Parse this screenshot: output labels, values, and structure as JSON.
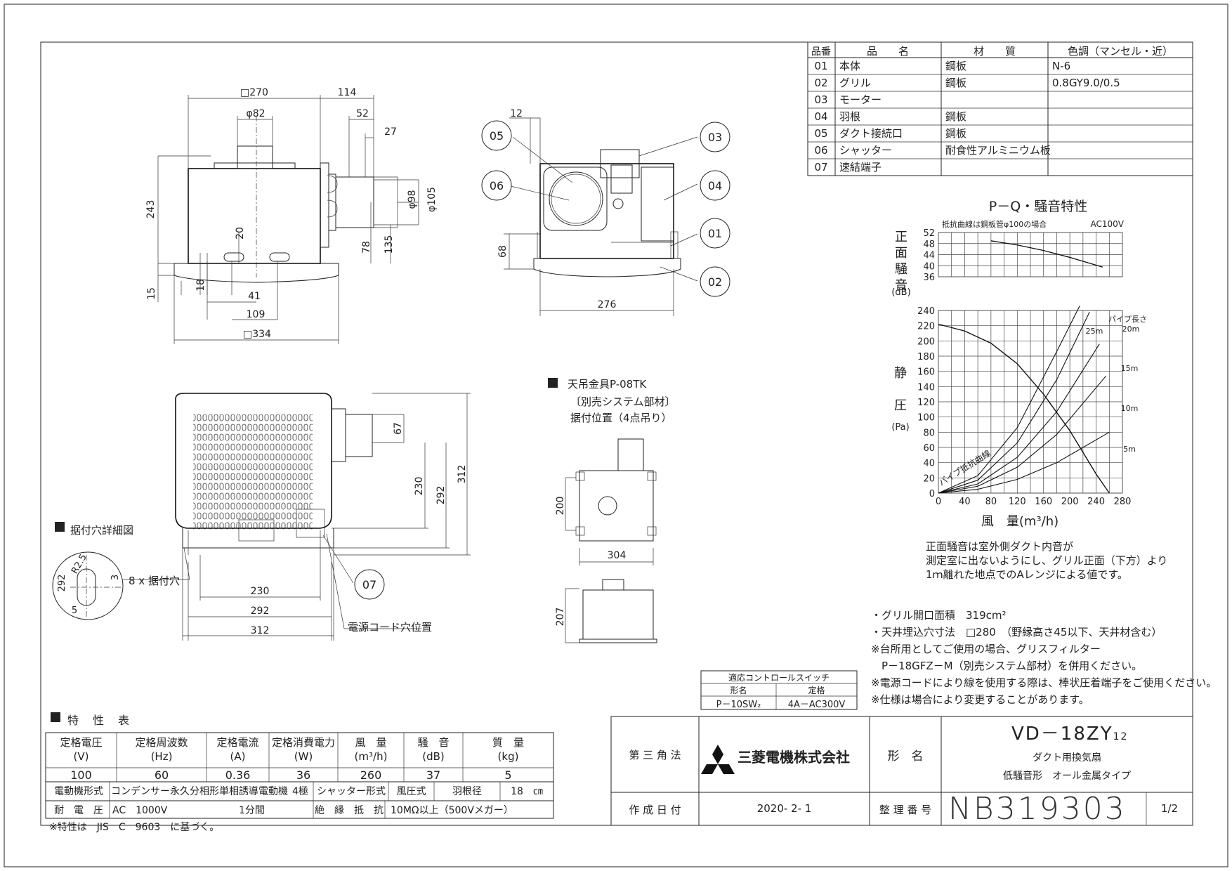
{
  "parts_table": {
    "headers": [
      "品番",
      "品　　名",
      "材　　質",
      "色調（マンセル・近）"
    ],
    "rows": [
      [
        "01",
        "本体",
        "鋼板",
        "N-6"
      ],
      [
        "02",
        "グリル",
        "鋼板",
        "0.8GY9.0/0.5"
      ],
      [
        "03",
        "モーター",
        "",
        ""
      ],
      [
        "04",
        "羽根",
        "鋼板",
        ""
      ],
      [
        "05",
        "ダクト接続口",
        "鋼板",
        ""
      ],
      [
        "06",
        "シャッター",
        "耐食性アルミニウム板",
        ""
      ],
      [
        "07",
        "速結端子",
        "",
        ""
      ]
    ]
  },
  "dims": {
    "top_view": [
      "□270",
      "114",
      "φ82",
      "52",
      "27",
      "243",
      "φ98",
      "φ105",
      "20",
      "78",
      "135",
      "15",
      "18",
      "41",
      "109",
      "□334"
    ],
    "side_view": [
      "12",
      "68",
      "276"
    ],
    "bottom_view": [
      "67",
      "230",
      "292",
      "312",
      "230",
      "292",
      "312"
    ]
  },
  "callouts": [
    "01",
    "02",
    "03",
    "04",
    "05",
    "06",
    "07"
  ],
  "labels": {
    "mount_detail": "据付穴詳細図",
    "mount_hole": "8 x 据付穴",
    "power_cord": "電源コード穴位置",
    "detail_dims": [
      "292",
      "R2.5",
      "3",
      "5"
    ],
    "hanger_title": "天吊金具P-08TK",
    "hanger_sub1": "〔別売システム部材〕",
    "hanger_sub2": "据付位置（4点吊り）",
    "hanger_dims": [
      "200",
      "304",
      "207"
    ]
  },
  "chart_data": {
    "type": "line",
    "title": "P－Q・騒音特性",
    "note_top": "抵抗曲線は鋼板管φ100の場合",
    "voltage": "AC100V",
    "noise_axis": {
      "label_chars": [
        "正",
        "面",
        "騒",
        "音"
      ],
      "unit": "(dB)",
      "ticks": [
        36,
        40,
        44,
        48,
        52
      ],
      "ylim": [
        36,
        52
      ]
    },
    "pressure_axis": {
      "label_chars": [
        "静",
        "圧"
      ],
      "unit": "(Pa)",
      "ticks": [
        0,
        20,
        40,
        60,
        80,
        100,
        120,
        140,
        160,
        180,
        200,
        220,
        240
      ],
      "ylim": [
        0,
        240
      ]
    },
    "xaxis": {
      "label": "風　量(m³/h)",
      "ticks": [
        0,
        40,
        80,
        120,
        160,
        200,
        240,
        280
      ],
      "xlim": [
        0,
        280
      ]
    },
    "series": [
      {
        "role": "noise",
        "x": [
          80,
          120,
          160,
          200,
          250
        ],
        "y": [
          49,
          47.5,
          45.5,
          43,
          39.5
        ]
      },
      {
        "role": "static_pressure",
        "x": [
          0,
          40,
          80,
          120,
          160,
          200,
          240,
          260
        ],
        "y": [
          222,
          213,
          197,
          170,
          130,
          82,
          25,
          0
        ]
      }
    ],
    "resistance_curves": [
      {
        "name": "25m",
        "x": [
          0,
          60,
          120,
          180,
          215
        ],
        "y": [
          0,
          23,
          86,
          186,
          246
        ]
      },
      {
        "name": "20m",
        "x": [
          0,
          60,
          120,
          180,
          230
        ],
        "y": [
          0,
          17,
          66,
          149,
          238
        ]
      },
      {
        "name": "15m",
        "x": [
          0,
          60,
          120,
          180,
          245
        ],
        "y": [
          0,
          12,
          47,
          107,
          196
        ]
      },
      {
        "name": "10m",
        "x": [
          0,
          60,
          120,
          180,
          255
        ],
        "y": [
          0,
          9,
          34,
          77,
          154
        ]
      },
      {
        "name": "5m",
        "x": [
          0,
          60,
          120,
          180,
          260
        ],
        "y": [
          0,
          5,
          18,
          40,
          80
        ]
      }
    ],
    "pipe_len_label": "パイプ長さ",
    "curve_label": "パイプ抵抗曲線"
  },
  "notes": {
    "noise_note": [
      "正面騒音は室外側ダクト内音が",
      "測定室に出ないようにし、グリル正面（下方）より",
      "1ｍ離れた地点でのAレンジによる値です。"
    ],
    "specs": [
      "・グリル開口面積　319cm²",
      "・天井埋込穴寸法　□280　（野縁高さ45以下、天井材含む）",
      "※台所用としてご使用の場合、グリスフィルター",
      "　P－18GFZ－M（別売システム部材）を併用ください。",
      "※電源コードにより線を使用する際は、棒状圧着端子をご使用ください。",
      "※仕様は場合により変更することがあります。"
    ]
  },
  "control_switch": {
    "title": "適応コントロールスイッチ",
    "headers": [
      "形名",
      "定格"
    ],
    "row": [
      "P－10SW₂",
      "4A－AC300V"
    ]
  },
  "spec_table": {
    "title": "特　性　表",
    "headers1": [
      "定格電圧",
      "定格周波数",
      "定格電流",
      "定格消費電力",
      "風　量",
      "騒　音",
      "質　量"
    ],
    "headers2": [
      "(V)",
      "(Hz)",
      "(A)",
      "(W)",
      "(m³/h)",
      "(dB)",
      "(kg)"
    ],
    "values": [
      "100",
      "60",
      "0.36",
      "36",
      "260",
      "37",
      "5"
    ],
    "motor_label": "電動機形式",
    "motor": "コンデンサー永久分相形単相誘導電動機",
    "poles": "4極",
    "shutter_label": "シャッター形式",
    "shutter": "風圧式",
    "blade_label": "羽根径",
    "blade": "18　㎝",
    "withstand_label": "耐　電　圧",
    "withstand": "AC　1000V",
    "withstand_time": "1分間",
    "insulation_label": "絶　縁　抵　抗",
    "insulation": "10MΩ以上（500Vメガー）",
    "footnote": "※特性は　JIS　C　9603　に基づく。"
  },
  "title_block": {
    "projection": "第 三 角 法",
    "company": "三菱電機株式会社",
    "model_label": "形　名",
    "model": "VD－18ZY",
    "model_suffix": "12",
    "desc1": "ダクト用換気扇",
    "desc2": "低騒音形　オール金属タイプ",
    "date_label": "作 成 日 付",
    "date": "2020- 2- 1",
    "number_label": "整 理 番 号",
    "number": "NB319303",
    "page": "1/2"
  }
}
